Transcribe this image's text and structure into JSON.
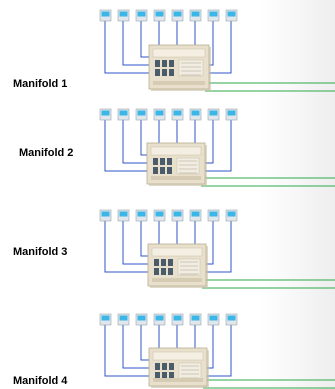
{
  "diagram": {
    "manifolds": [
      {
        "label": "Manifold 1",
        "zone_count": 8
      },
      {
        "label": "Manifold 2",
        "zone_count": 8
      },
      {
        "label": "Manifold 3",
        "zone_count": 8
      },
      {
        "label": "Manifold 4",
        "zone_count": 8
      }
    ],
    "colors": {
      "thermostat_screen": "#3ab7e6",
      "thermostat_body": "#dfe6ec",
      "wire": "#2f55c8",
      "pipe": "#2da84a",
      "manifold_box": "#e8e0cc",
      "manifold_shadow": "#c9bfa6",
      "relay": "#4a5b6a"
    },
    "icons": [
      "thermostat-icon",
      "manifold-controller-icon"
    ]
  }
}
